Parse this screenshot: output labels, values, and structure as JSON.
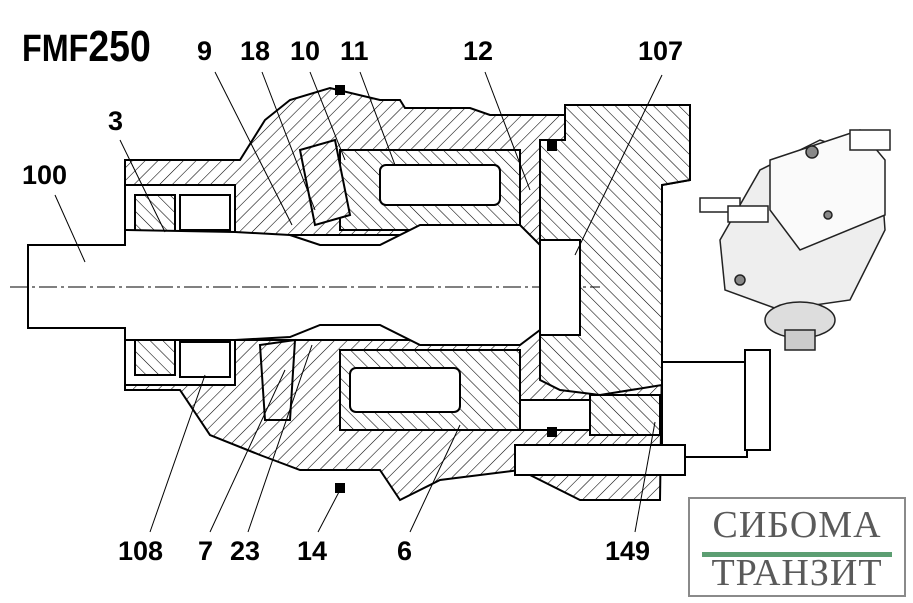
{
  "title": {
    "prefix": "FMF",
    "number": "250"
  },
  "callouts": {
    "top": [
      "9",
      "18",
      "10",
      "11",
      "12",
      "107"
    ],
    "left": [
      "3",
      "100"
    ],
    "bottom": [
      "108",
      "7",
      "23",
      "14",
      "6",
      "149"
    ]
  },
  "logo": {
    "line1": "СИБОМА",
    "line2": "ТРАНЗИТ",
    "accent_color": "#5c9e72",
    "text_color": "#5a5a5a"
  }
}
